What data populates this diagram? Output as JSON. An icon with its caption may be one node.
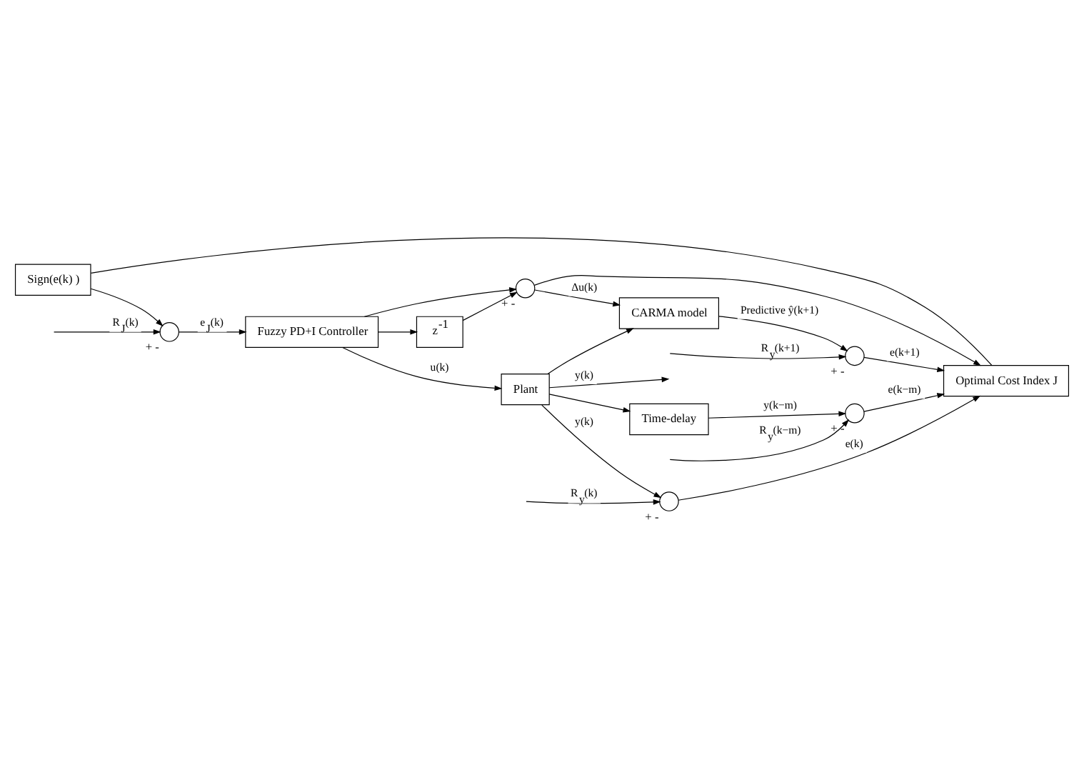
{
  "diagram": {
    "nodes": [
      {
        "text": [
          "Fuzzy PD+I Controller"
        ]
      },
      {
        "text": [
          "Plant"
        ]
      },
      {
        "text": [
          "z$^{-1}$"
        ]
      },
      {
        "text": [
          "Sign(e(k) )"
        ]
      },
      {
        "text": [
          "Optimal Cost Index J"
        ]
      },
      {
        "text": [
          "CARMA model"
        ]
      },
      {
        "text": [
          "Time-delay"
        ]
      },
      {
        "text": [],
        "shape": "circle",
        "beside": [
          "+",
          "-"
        ]
      },
      {
        "text": [],
        "shape": "circle",
        "beside": [
          "+",
          "-"
        ]
      },
      {
        "text": [],
        "shape": "circle",
        "beside": [
          "+",
          "-"
        ]
      },
      {
        "text": [],
        "shape": "circle",
        "beside": [
          "+",
          "-"
        ]
      },
      {
        "text": [],
        "shape": "circle",
        "beside": [
          "+",
          "-"
        ]
      }
    ],
    "edges": [
      {
        "from": null,
        "to": 7,
        "arrow": "to",
        "label": "R$_{J}$(k)"
      },
      {
        "from": 7,
        "to": 0,
        "arrow": "to",
        "label": "e$_{J}$(k)"
      },
      {
        "from": 0,
        "to": 1,
        "arrow": "to",
        "label": "u(k)"
      },
      {
        "from": 1,
        "to": null,
        "arrow": "to",
        "label": "y(k)"
      },
      {
        "from": 0,
        "to": 2,
        "arrow": "to"
      },
      {
        "from": 0,
        "to": 8,
        "arrow": "to"
      },
      {
        "from": 2,
        "to": 8,
        "arrow": "to"
      },
      {
        "from": 8,
        "to": 5,
        "arrow": "to",
        "label": "Δu(k)"
      },
      {
        "from": 8,
        "to": 4,
        "arrow": "to"
      },
      {
        "from": 1,
        "to": 5,
        "arrow": "to"
      },
      {
        "from": 1,
        "to": 6,
        "arrow": "to"
      },
      {
        "from": 1,
        "to": 10,
        "arrow": "to",
        "label": "y(k)"
      },
      {
        "from": 4,
        "to": 3,
        "arrow": "none"
      },
      {
        "from": 3,
        "to": 7,
        "arrow": "to"
      },
      {
        "from": 5,
        "to": 9,
        "arrow": "to",
        "label": "Predictive ŷ(k+1)"
      },
      {
        "from": null,
        "to": 9,
        "arrow": "to",
        "label": "R$_{y}$(k+1)"
      },
      {
        "from": null,
        "to": 10,
        "arrow": "to",
        "label": "R$_{y}$(k)"
      },
      {
        "from": null,
        "to": 11,
        "arrow": "to",
        "label": "R$_{y}$(k−m)"
      },
      {
        "from": 6,
        "to": 11,
        "arrow": "to",
        "label": "y(k−m)"
      },
      {
        "from": 9,
        "to": 4,
        "arrow": "to",
        "label": "e(k+1)"
      },
      {
        "from": 10,
        "to": 4,
        "arrow": "to",
        "label": "e(k)"
      },
      {
        "from": 11,
        "to": 4,
        "arrow": "to",
        "label": "e(k−m)"
      }
    ]
  }
}
